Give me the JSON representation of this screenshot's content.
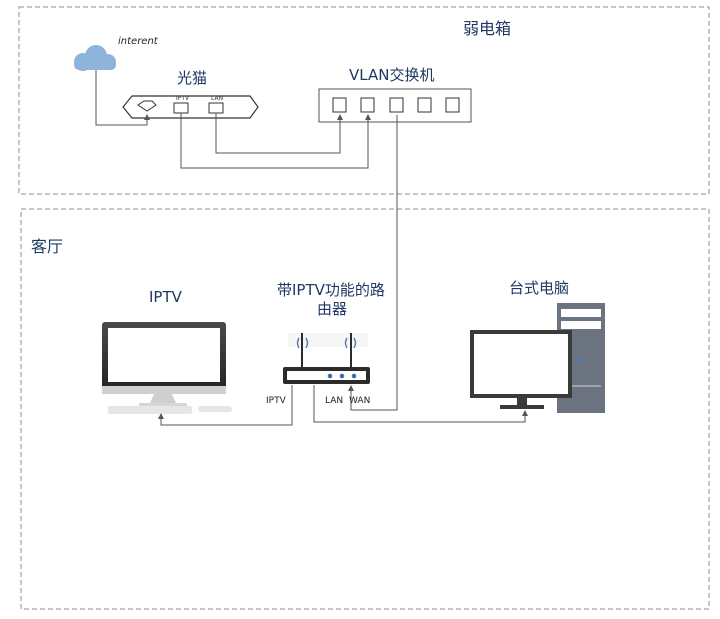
{
  "zones": {
    "weak_box": "弱电箱",
    "living_room": "客厅"
  },
  "devices": {
    "cloud": "interent",
    "modem": "光猫",
    "modem_port_iptv": "IPTV",
    "modem_port_lan": "LAN",
    "switch": "VLAN交换机",
    "iptv": "IPTV",
    "router_line1": "带IPTV功能的路",
    "router_line2": "由器",
    "router_port_iptv": "IPTV",
    "router_port_lan": "LAN",
    "router_port_wan": "WAN",
    "desktop": "台式电脑"
  },
  "colors": {
    "zone_border": "#8c8c8c",
    "label_text": "#1f3864",
    "cloud": "#8fb4d9",
    "device_dark": "#2b2b2b",
    "screen_frame": "#3a3a3a",
    "cable": "#555555",
    "tower_body": "#6b7280"
  }
}
